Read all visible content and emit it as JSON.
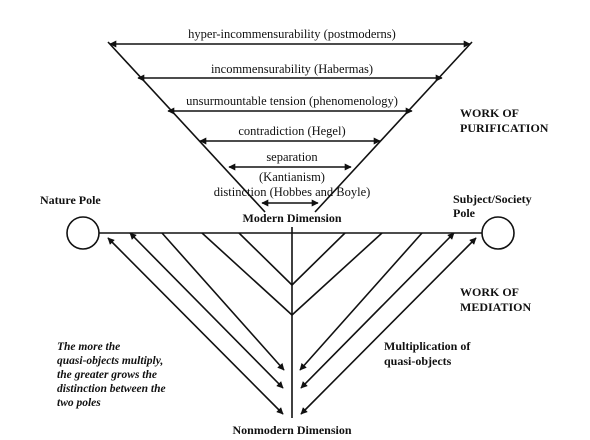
{
  "diagram": {
    "purification_levels": [
      "hyper-incommensurability (postmoderns)",
      "incommensurability (Habermas)",
      "unsurmountable tension (phenomenology)",
      "contradiction (Hegel)",
      "separation",
      "(Kantianism)",
      "distinction (Hobbes and Boyle)"
    ],
    "modern_dimension": "Modern Dimension",
    "nonmodern_dimension": "Nonmodern Dimension",
    "nature_pole": "Nature Pole",
    "subject_pole_line1": "Subject/Society",
    "subject_pole_line2": "Pole",
    "work_purification_line1": "WORK OF",
    "work_purification_line2": "PURIFICATION",
    "work_mediation_line1": "WORK OF",
    "work_mediation_line2": "MEDIATION",
    "left_note": [
      "The more the",
      "quasi-objects multiply,",
      "the greater grows the",
      "distinction between the",
      "two poles"
    ],
    "right_note": [
      "Multiplication of",
      "quasi-objects"
    ]
  }
}
